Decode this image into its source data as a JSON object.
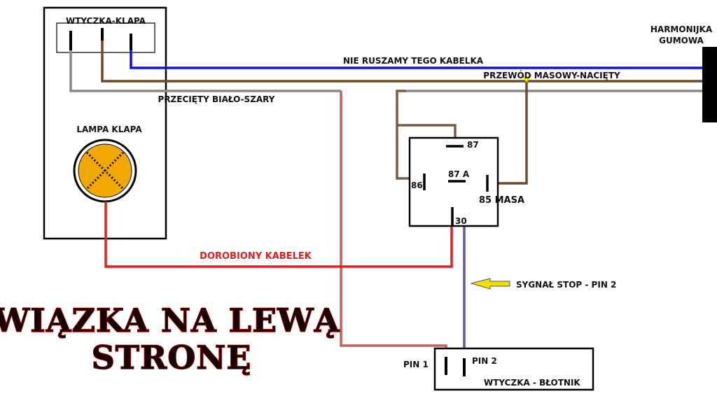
{
  "labels": {
    "plug_flap": "WTYCZKA-KLAPA",
    "lamp_flap": "LAMPA KLAPA",
    "harness_line1": "HARMONIJKA",
    "harness_line2": "GUMOWA",
    "blue_wire_note": "NIE RUSZAMY TEGO KABELKA",
    "ground_wire_note": "PRZEWÓD MASOWY-NACIĘTY",
    "cut_wire_note": "PRZECIĘTY BIAŁO-SZARY",
    "added_wire_note": "DOROBIONY KABELEK",
    "stop_signal_note": "SYGNAŁ STOP - PIN 2",
    "pin1": "PIN 1",
    "pin2": "PIN 2",
    "plug_fender": "WTYCZKA - BŁOTNIK"
  },
  "relay": {
    "pin_87": "87",
    "pin_87a": "87 A",
    "pin_86": "86",
    "pin_85": "85 MASA",
    "pin_30": "30"
  },
  "title": {
    "line1": "WIĄZKA NA LEWĄ",
    "line2": "STRONĘ"
  },
  "colors": {
    "blue_wire": "#1010e0",
    "brown_wire": "#6b4a2a",
    "gray_wire": "#8a8a8a",
    "red_wire": "#e02020",
    "dark_red_wire": "#c06060",
    "purple_wire": "#5a5aa0",
    "lamp_fill": "#f0a800",
    "arrow_fill": "#f0e000",
    "title_red": "#b00000"
  }
}
